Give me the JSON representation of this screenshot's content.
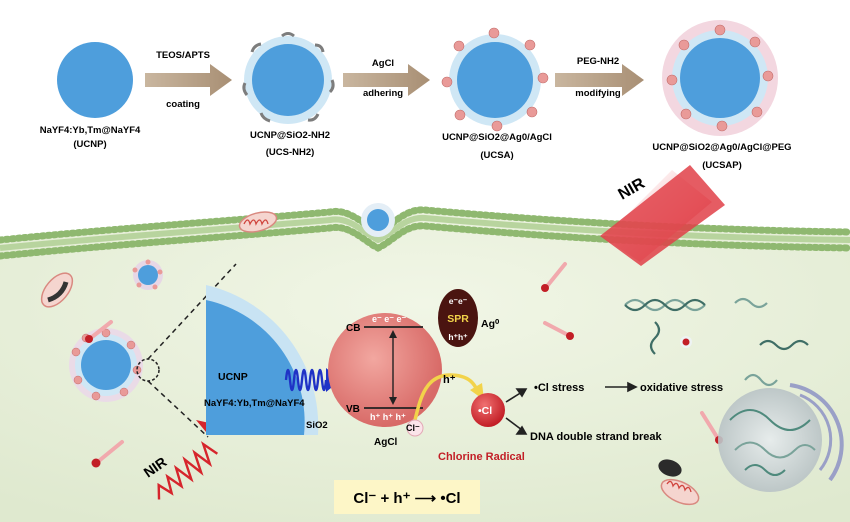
{
  "steps": [
    {
      "label_line1": "NaYF4:Yb,Tm@NaYF4",
      "label_line2": "(UCNP)"
    },
    {
      "label_line1": "UCNP@SiO2-NH2",
      "label_line2": "(UCS-NH2)"
    },
    {
      "label_line1": "UCNP@SiO2@Ag0/AgCl",
      "label_line2": "(UCSA)"
    },
    {
      "label_line1": "UCNP@SiO2@Ag0/AgCl@PEG",
      "label_line2": "(UCSAP)"
    }
  ],
  "arrows": [
    {
      "top": "TEOS/APTS",
      "bottom": "coating"
    },
    {
      "top": "AgCl",
      "bottom": "adhering"
    },
    {
      "top": "PEG-NH2",
      "bottom": "modifying"
    }
  ],
  "nir_top": "NIR",
  "nir_bottom": "NIR",
  "mechanism": {
    "ucnp": "UCNP",
    "ucnp_formula": "NaYF4:Yb,Tm@NaYF4",
    "sio2": "SiO2",
    "cb": "CB",
    "vb": "VB",
    "electrons": "e⁻ e⁻ e⁻",
    "holes": "h⁺ h⁺ h⁺",
    "agcl": "AgCl",
    "spr": "SPR",
    "spr_e": "e⁻e⁻",
    "spr_h": "h⁺h⁺",
    "ag0": "Ag⁰",
    "cl_minus": "Cl⁻",
    "h_plus": "h⁺",
    "cl_radical": "•Cl",
    "chlorine_radical": "Chlorine Radical",
    "cl_stress": "•Cl stress",
    "oxidative_stress": "oxidative stress",
    "dna_break": "DNA double strand break",
    "equation": "Cl⁻ + h⁺ ⟶ •Cl"
  }
}
